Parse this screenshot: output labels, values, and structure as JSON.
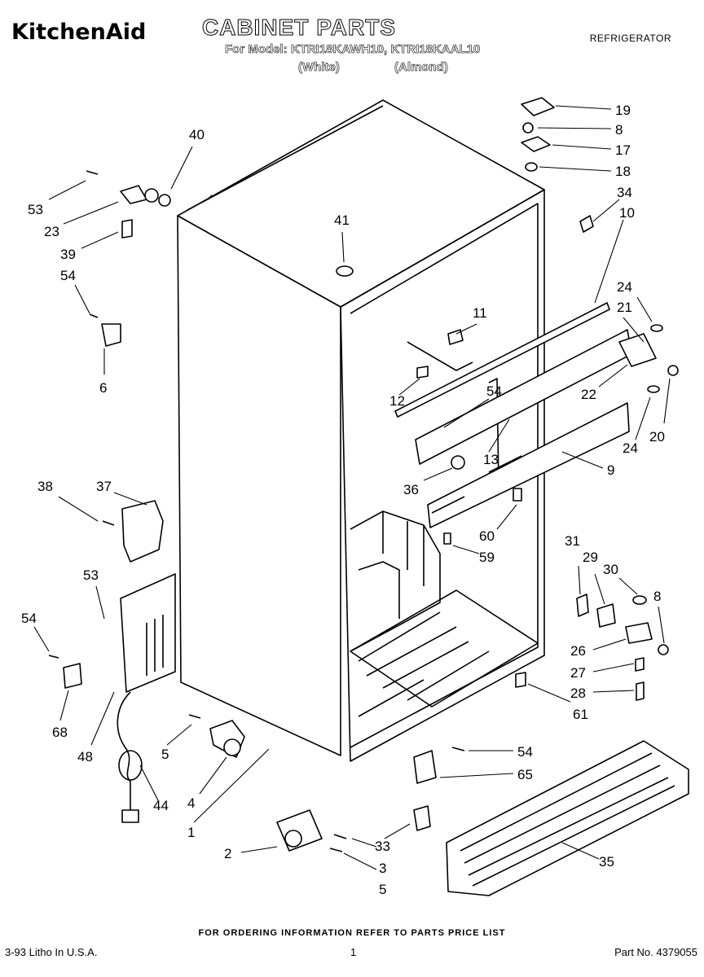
{
  "header": {
    "brand": "KitchenAid",
    "title": "CABINET PARTS",
    "models_line": "For Model: KTRI18KAWH10, KTRI18KAAL10",
    "color_white": "(White)",
    "color_almond": "(Almond)",
    "category": "REFRIGERATOR"
  },
  "footer": {
    "ordering_note": "FOR ORDERING INFORMATION REFER TO PARTS PRICE LIST",
    "litho": "3-93 Litho In U.S.A.",
    "page_number": "1",
    "part_number": "Part No. 4379055"
  },
  "callouts": [
    "40",
    "53",
    "23",
    "39",
    "54",
    "6",
    "41",
    "19",
    "8",
    "17",
    "18",
    "34",
    "10",
    "11",
    "24",
    "21",
    "12",
    "54",
    "22",
    "20",
    "13",
    "24",
    "36",
    "9",
    "38",
    "37",
    "60",
    "59",
    "53",
    "54",
    "68",
    "48",
    "44",
    "5",
    "4",
    "1",
    "31",
    "29",
    "30",
    "8",
    "26",
    "27",
    "28",
    "61",
    "54",
    "65",
    "2",
    "33",
    "3",
    "5",
    "35"
  ]
}
